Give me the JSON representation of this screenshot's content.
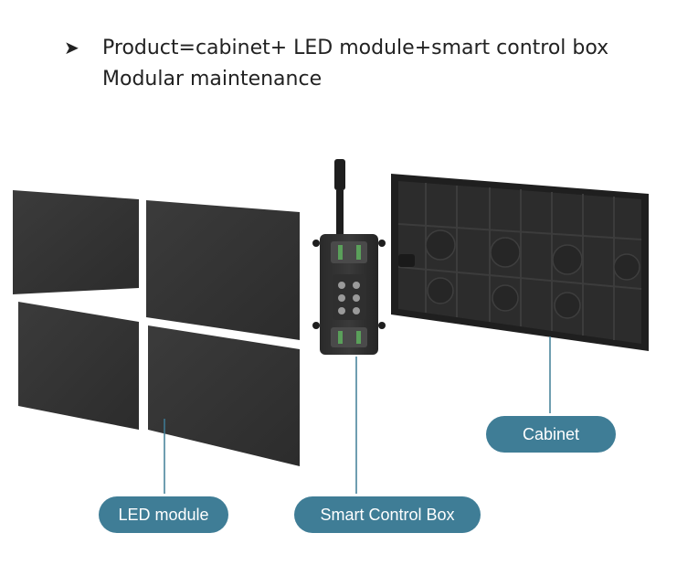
{
  "header": {
    "bullet_icon": "arrowhead-bullet-icon",
    "line1": "Product=cabinet+ LED module+smart control box",
    "line2": "Modular maintenance"
  },
  "labels": {
    "led_module": "LED module",
    "smart_control_box": "Smart Control Box",
    "cabinet": "Cabinet"
  },
  "colors": {
    "label_bg": "#3f7d96",
    "label_text": "#ffffff",
    "panel": "#3a3a3a",
    "leader_line": "#3f7d96"
  }
}
